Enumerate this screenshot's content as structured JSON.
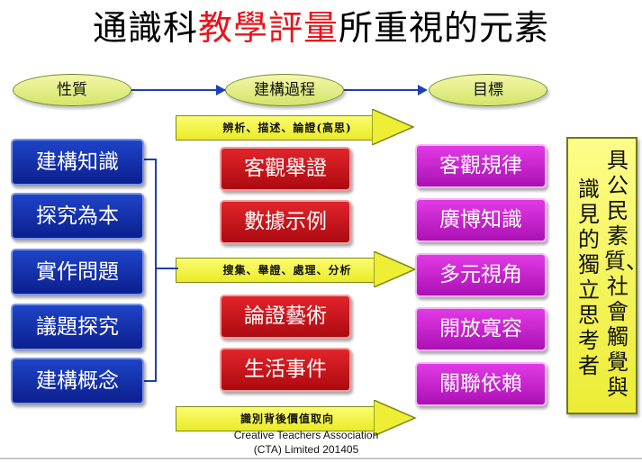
{
  "title": {
    "part1": "通識科",
    "part2": "教學評量",
    "part3": "所重視的元素"
  },
  "header": {
    "left": "性質",
    "middle": "建構過程",
    "right": "目標"
  },
  "nature_items": [
    "建構知識",
    "探究為本",
    "實作問題",
    "議題探究",
    "建構概念"
  ],
  "process_items": [
    "客觀舉證",
    "數據示例",
    "論證藝術",
    "生活事件"
  ],
  "goal_items": [
    "客觀規律",
    "廣博知識",
    "多元視角",
    "開放寬容",
    "關聯依賴"
  ],
  "arrows": {
    "top": "辨析、描述、論證(高思)",
    "middle": "搜集、舉證、處理、分析",
    "bottom": "識別背後價值取向"
  },
  "outcome": {
    "col1": "具公民素質、社會觸覺與",
    "col2": "識見的獨立思考者"
  },
  "credit": {
    "line1": "Creative Teachers Association",
    "line2": "(CTA) Limited 201405"
  },
  "colors": {
    "accent_red": "#e8141b",
    "blue": "#0c1f8e",
    "red": "#c0131a",
    "purple": "#c21ec9",
    "yellow": "#f2f23c",
    "connector": "#1f3fb4"
  }
}
